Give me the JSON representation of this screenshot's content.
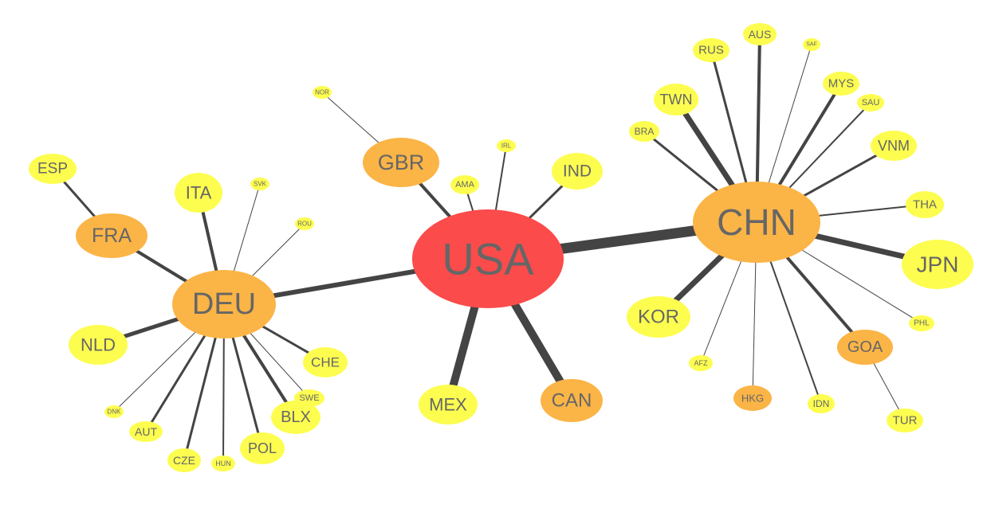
{
  "colors": {
    "background": "#ffffff",
    "edge": "#444444",
    "label": "#666666",
    "tier1": "#fb4b4b",
    "tier2": "#fbb446",
    "tier3": "#fdfd50"
  },
  "nodes": [
    {
      "id": "USA",
      "label": "USA",
      "tier": 1
    },
    {
      "id": "CHN",
      "label": "CHN",
      "tier": 2
    },
    {
      "id": "DEU",
      "label": "DEU",
      "tier": 2
    },
    {
      "id": "GBR",
      "label": "GBR",
      "tier": 2
    },
    {
      "id": "FRA",
      "label": "FRA",
      "tier": 2
    },
    {
      "id": "CAN",
      "label": "CAN",
      "tier": 2
    },
    {
      "id": "GOA",
      "label": "GOA",
      "tier": 2
    },
    {
      "id": "HKG",
      "label": "HKG",
      "tier": 2
    },
    {
      "id": "MEX",
      "label": "MEX",
      "tier": 3
    },
    {
      "id": "IND",
      "label": "IND",
      "tier": 3
    },
    {
      "id": "AMA",
      "label": "AMA",
      "tier": 3
    },
    {
      "id": "IRL",
      "label": "IRL",
      "tier": 3
    },
    {
      "id": "NOR",
      "label": "NOR",
      "tier": 3
    },
    {
      "id": "ESP",
      "label": "ESP",
      "tier": 3
    },
    {
      "id": "ITA",
      "label": "ITA",
      "tier": 3
    },
    {
      "id": "SVK",
      "label": "SVK",
      "tier": 3
    },
    {
      "id": "ROU",
      "label": "ROU",
      "tier": 3
    },
    {
      "id": "NLD",
      "label": "NLD",
      "tier": 3
    },
    {
      "id": "CHE",
      "label": "CHE",
      "tier": 3
    },
    {
      "id": "SWE",
      "label": "SWE",
      "tier": 3
    },
    {
      "id": "BLX",
      "label": "BLX",
      "tier": 3
    },
    {
      "id": "POL",
      "label": "POL",
      "tier": 3
    },
    {
      "id": "HUN",
      "label": "HUN",
      "tier": 3
    },
    {
      "id": "CZE",
      "label": "CZE",
      "tier": 3
    },
    {
      "id": "AUT",
      "label": "AUT",
      "tier": 3
    },
    {
      "id": "DNK",
      "label": "DNK",
      "tier": 3
    },
    {
      "id": "JPN",
      "label": "JPN",
      "tier": 3
    },
    {
      "id": "KOR",
      "label": "KOR",
      "tier": 3
    },
    {
      "id": "TWN",
      "label": "TWN",
      "tier": 3
    },
    {
      "id": "RUS",
      "label": "RUS",
      "tier": 3
    },
    {
      "id": "AUS",
      "label": "AUS",
      "tier": 3
    },
    {
      "id": "SAF",
      "label": "SAF",
      "tier": 3
    },
    {
      "id": "MYS",
      "label": "MYS",
      "tier": 3
    },
    {
      "id": "SAU",
      "label": "SAU",
      "tier": 3
    },
    {
      "id": "VNM",
      "label": "VNM",
      "tier": 3
    },
    {
      "id": "THA",
      "label": "THA",
      "tier": 3
    },
    {
      "id": "BRA",
      "label": "BRA",
      "tier": 3
    },
    {
      "id": "PHL",
      "label": "PHL",
      "tier": 3
    },
    {
      "id": "TUR",
      "label": "TUR",
      "tier": 3
    },
    {
      "id": "IDN",
      "label": "IDN",
      "tier": 3
    },
    {
      "id": "AFZ",
      "label": "AFZ",
      "tier": 3
    }
  ],
  "edges": [
    {
      "source": "USA",
      "target": "CHN"
    },
    {
      "source": "USA",
      "target": "DEU"
    },
    {
      "source": "USA",
      "target": "MEX"
    },
    {
      "source": "USA",
      "target": "CAN"
    },
    {
      "source": "USA",
      "target": "GBR"
    },
    {
      "source": "USA",
      "target": "IND"
    },
    {
      "source": "USA",
      "target": "AMA"
    },
    {
      "source": "USA",
      "target": "IRL"
    },
    {
      "source": "GBR",
      "target": "NOR"
    },
    {
      "source": "DEU",
      "target": "FRA"
    },
    {
      "source": "FRA",
      "target": "ESP"
    },
    {
      "source": "DEU",
      "target": "ITA"
    },
    {
      "source": "DEU",
      "target": "SVK"
    },
    {
      "source": "DEU",
      "target": "ROU"
    },
    {
      "source": "DEU",
      "target": "NLD"
    },
    {
      "source": "DEU",
      "target": "CHE"
    },
    {
      "source": "DEU",
      "target": "SWE"
    },
    {
      "source": "DEU",
      "target": "BLX"
    },
    {
      "source": "DEU",
      "target": "POL"
    },
    {
      "source": "DEU",
      "target": "HUN"
    },
    {
      "source": "DEU",
      "target": "CZE"
    },
    {
      "source": "DEU",
      "target": "AUT"
    },
    {
      "source": "DEU",
      "target": "DNK"
    },
    {
      "source": "CHN",
      "target": "JPN"
    },
    {
      "source": "CHN",
      "target": "KOR"
    },
    {
      "source": "CHN",
      "target": "TWN"
    },
    {
      "source": "CHN",
      "target": "RUS"
    },
    {
      "source": "CHN",
      "target": "AUS"
    },
    {
      "source": "CHN",
      "target": "SAF"
    },
    {
      "source": "CHN",
      "target": "MYS"
    },
    {
      "source": "CHN",
      "target": "SAU"
    },
    {
      "source": "CHN",
      "target": "VNM"
    },
    {
      "source": "CHN",
      "target": "THA"
    },
    {
      "source": "CHN",
      "target": "BRA"
    },
    {
      "source": "CHN",
      "target": "PHL"
    },
    {
      "source": "CHN",
      "target": "GOA"
    },
    {
      "source": "GOA",
      "target": "TUR"
    },
    {
      "source": "CHN",
      "target": "IDN"
    },
    {
      "source": "CHN",
      "target": "HKG"
    },
    {
      "source": "CHN",
      "target": "AFZ"
    }
  ]
}
